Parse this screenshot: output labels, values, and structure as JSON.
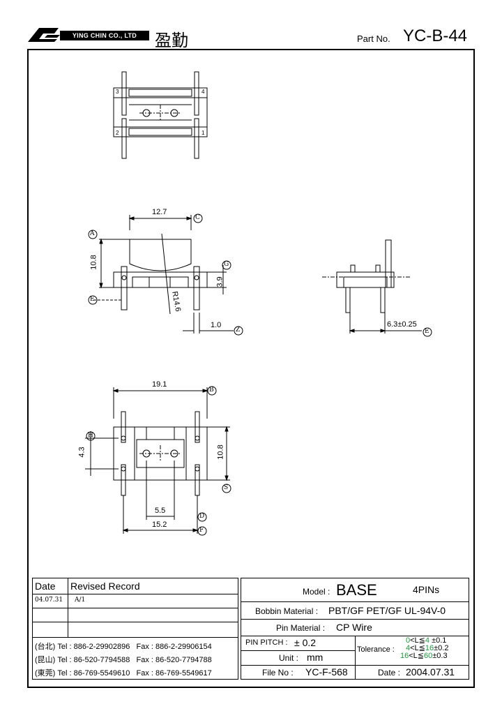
{
  "header": {
    "company_en": "YING CHIN CO., LTD",
    "company_cn": "盈勤",
    "part_no_label": "Part No.",
    "part_no": "YC-B-44"
  },
  "dimensions": {
    "d1": "12.7",
    "d2": "10.8",
    "d3": "R14.6",
    "d4": "3.9",
    "d5": "1.0",
    "d6": "6.3±0.25",
    "d7": "19.1",
    "d8": "4.3",
    "d9": "10.8",
    "d10": "5.5",
    "d11": "15.2"
  },
  "datum_labels": {
    "a": "A",
    "c": "C",
    "g": "G",
    "e1": "E",
    "z": "Z",
    "e2": "E",
    "b": "B",
    "h": "H",
    "s": "S",
    "d": "D",
    "f": "F"
  },
  "pin_numbers": [
    "1",
    "2",
    "3",
    "4"
  ],
  "revision_table": {
    "col_date": "Date",
    "col_record": "Revised Record",
    "rows": [
      {
        "date": "04.07.31",
        "record": "A/1"
      }
    ]
  },
  "contacts": [
    {
      "region": "(台北)",
      "tel": "Tel : 886-2-29902896",
      "fax": "Fax : 886-2-29906154"
    },
    {
      "region": "(昆山)",
      "tel": "Tel : 86-520-7794588",
      "fax": "Fax : 86-520-7794788"
    },
    {
      "region": "(東莞)",
      "tel": "Tel : 86-769-5549610",
      "fax": "Fax : 86-769-5549617"
    }
  ],
  "spec": {
    "model_label": "Model :",
    "model": "BASE",
    "pins": "4PINs",
    "bobbin_label": "Bobbin  Material :",
    "bobbin": "PBT/GF  PET/GF  UL-94V-0",
    "pin_material_label": "Pin  Material :",
    "pin_material": "CP Wire",
    "pitch_label": "PIN  PITCH :",
    "pitch": "± 0.2",
    "unit_label": "Unit :",
    "unit": "mm",
    "file_label": "File  No :",
    "file_no": "YC-F-568",
    "tolerance_label": "Tolerance :",
    "tol_rows": [
      {
        "lo": "0",
        "hi": "4",
        "tol": "±0.1"
      },
      {
        "lo": "4",
        "hi": "16",
        "tol": "±0.2"
      },
      {
        "lo": "16",
        "hi": "60",
        "tol": "±0.3"
      }
    ],
    "tol_sep": "<L≦",
    "date_label": "Date :",
    "date": "2004.07.31"
  },
  "colors": {
    "accent_green": "#1a9a3a"
  }
}
